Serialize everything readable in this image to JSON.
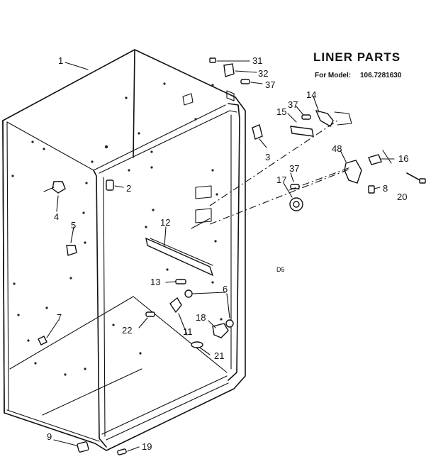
{
  "title": "LINER PARTS",
  "model_label": "For Model:",
  "model_number": "106.7281630",
  "figure_code": "D5",
  "callouts": [
    "1",
    "31",
    "32",
    "37",
    "37",
    "14",
    "15",
    "3",
    "2",
    "48",
    "37",
    "16",
    "17",
    "4",
    "8",
    "20",
    "5",
    "12",
    "13",
    "6",
    "22",
    "11",
    "18",
    "7",
    "21",
    "9",
    "19"
  ]
}
